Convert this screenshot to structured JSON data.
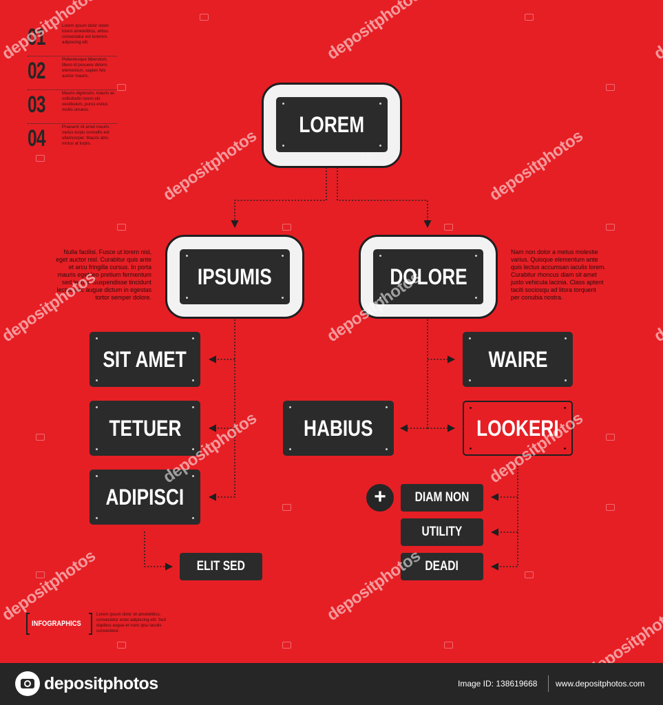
{
  "list": [
    {
      "num": "01",
      "text": "Lorem ipsum dolor sitam lorem ametelitlius, elitius consectatur est loremris adipiscing elit."
    },
    {
      "num": "02",
      "text": "Pellentesque bibendum, libero id posuere doloris elementum, sapien fels auctor mauris."
    },
    {
      "num": "03",
      "text": "Mauris dignissim, mauris ac sollicitudin lorem elit vestibulum, purus estius mollis urnanis."
    },
    {
      "num": "04",
      "text": "Praesent sit amet mauris varius turpis convallis est ullamcorper. Mauris atris motus at turpis."
    }
  ],
  "nodes": {
    "root": "LOREM",
    "left": "IPSUMIS",
    "right": "DOLORE",
    "sit_amet": "SIT AMET",
    "tetuer": "TETUER",
    "adipisci": "ADIPISCI",
    "elit_sed": "ELIT SED",
    "waire": "WAIRE",
    "habius": "HABIUS",
    "lookeri": "LOOKERI",
    "diam_non": "DIAM NON",
    "utility": "UTILITY",
    "deadi": "DEADI"
  },
  "plus_symbol": "+",
  "left_paragraph": [
    "Nulla facilisi. Fusce ut lorem nisl,",
    "eget auctor nisl. Curabitur quis ante",
    "et arcu fringilla cursus. In porta",
    "mauris eget leo pretium fermentum",
    "sed lectus. Suspendisse tincidunt",
    "lectus nec augue dictum in egestas",
    "tortor semper dolore."
  ],
  "right_paragraph": [
    "Nam non dolor a metus molestie",
    "varius. Quisque elementum ante",
    "quis lectus accumsan iaculis lorem.",
    "Curabitur rhoncus diam sit amet",
    "justo vehicula lacinia. Class aptent",
    "taciti sociosqu ad litora torquent",
    "per conubia nostra."
  ],
  "badge": {
    "label": "INFOGRAPHICS",
    "text": "Lorem ipsum dolor sit ametelitlius, consectetur ester adipiscing elit. Sed dapibus augue et nunc ipsu iaculis consectetur."
  },
  "watermark": "depositphotos",
  "footer": {
    "logo": "depositphotos",
    "image_id": "Image ID: 138619668",
    "website": "www.depositphotos.com"
  },
  "colors": {
    "background": "#e61f25",
    "node": "#2b2b2b",
    "frame": "#f2f2f2",
    "footer": "#262626"
  }
}
